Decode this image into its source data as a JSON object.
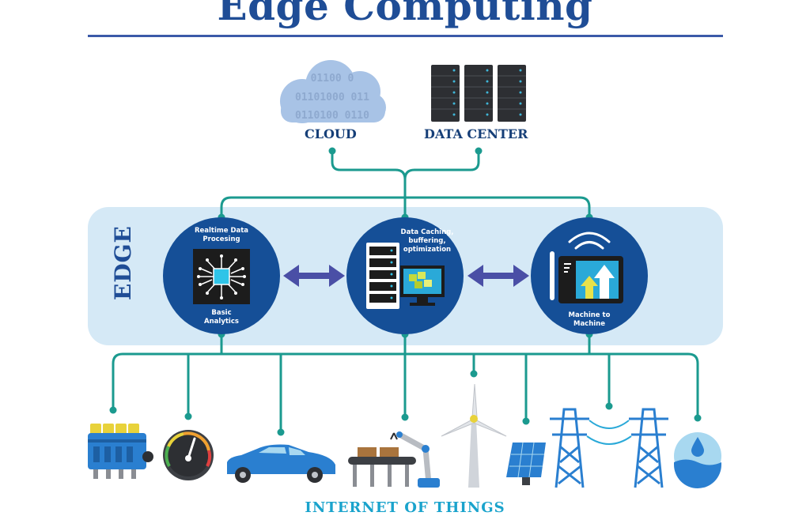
{
  "title": "Edge Computing",
  "edge_label": "EDGE",
  "top": {
    "cloud": {
      "label": "CLOUD",
      "binary_text": [
        "01100 0",
        "01101000 011",
        "0110100 0110"
      ]
    },
    "data_center": {
      "label": "DATA CENTER"
    }
  },
  "edge_nodes": {
    "realtime": {
      "top_label": "Realtime Data Procesing",
      "bottom_label": "Basic Analytics"
    },
    "caching": {
      "label": "Data Caching, buffering, optimization"
    },
    "m2m": {
      "bottom_label": "Machine to Machine"
    }
  },
  "iot_label": "INTERNET OF THINGS",
  "colors": {
    "connector": "#1b9a8f",
    "node": "#154f97",
    "panel": "#d5e9f6",
    "title": "#1f4d96",
    "arrow": "#4a4fa6"
  }
}
